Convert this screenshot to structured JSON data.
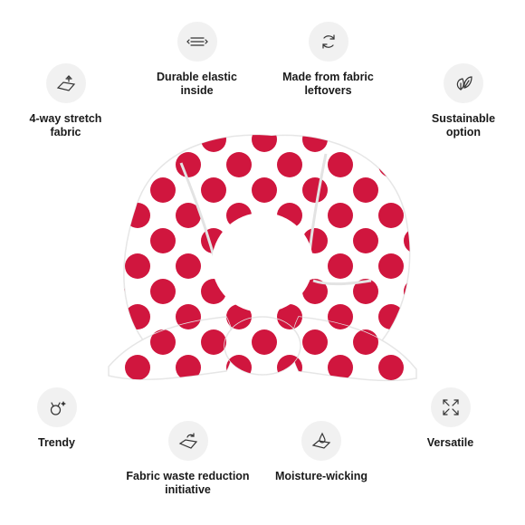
{
  "features": {
    "durable_elastic": {
      "label": "Durable elastic\ninside",
      "icon": "stretch-arrows-icon"
    },
    "made_from_leftovers": {
      "label": "Made from fabric\nleftovers",
      "icon": "recycle-arrows-icon"
    },
    "four_way_stretch": {
      "label": "4-way stretch\nfabric",
      "icon": "four-way-stretch-icon"
    },
    "sustainable": {
      "label": "Sustainable\noption",
      "icon": "leaf-icon"
    },
    "trendy": {
      "label": "Trendy",
      "icon": "cat-sparkle-icon"
    },
    "versatile": {
      "label": "Versatile",
      "icon": "expand-arrows-icon"
    },
    "waste_reduction": {
      "label": "Fabric waste reduction\ninitiative",
      "icon": "recycle-fabric-icon"
    },
    "moisture_wicking": {
      "label": "Moisture-wicking",
      "icon": "water-drop-fabric-icon"
    }
  },
  "product": {
    "name_icon": "polka-dot-scrunchie-image",
    "fabric_color": "#ffffff",
    "dot_color": "#d0163e"
  }
}
